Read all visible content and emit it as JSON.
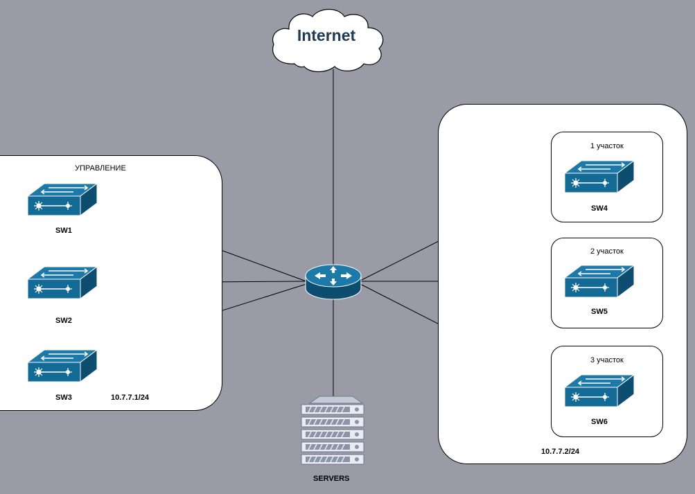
{
  "cloud": {
    "label": "Internet"
  },
  "groups": {
    "management": {
      "title": "УПРАВЛЕНИЕ",
      "ip": "10.7.7.1/24"
    },
    "sites": {
      "ip": "10.7.7.2/24"
    }
  },
  "switches": {
    "sw1": {
      "label": "SW1"
    },
    "sw2": {
      "label": "SW2"
    },
    "sw3": {
      "label": "SW3"
    },
    "sw4": {
      "label": "SW4",
      "area": "1 участок"
    },
    "sw5": {
      "label": "SW5",
      "area": "2 участок"
    },
    "sw6": {
      "label": "SW6",
      "area": "3 участок"
    }
  },
  "servers": {
    "label": "SERVERS"
  },
  "colors": {
    "background": "#9b9aa7",
    "device_blue": "#136a95",
    "device_dark": "#0d4e70",
    "server_grey": "#8a93a8"
  },
  "icons": {
    "router": "router-icon",
    "switch": "switch-icon",
    "server": "server-rack-icon",
    "cloud": "cloud-icon"
  }
}
